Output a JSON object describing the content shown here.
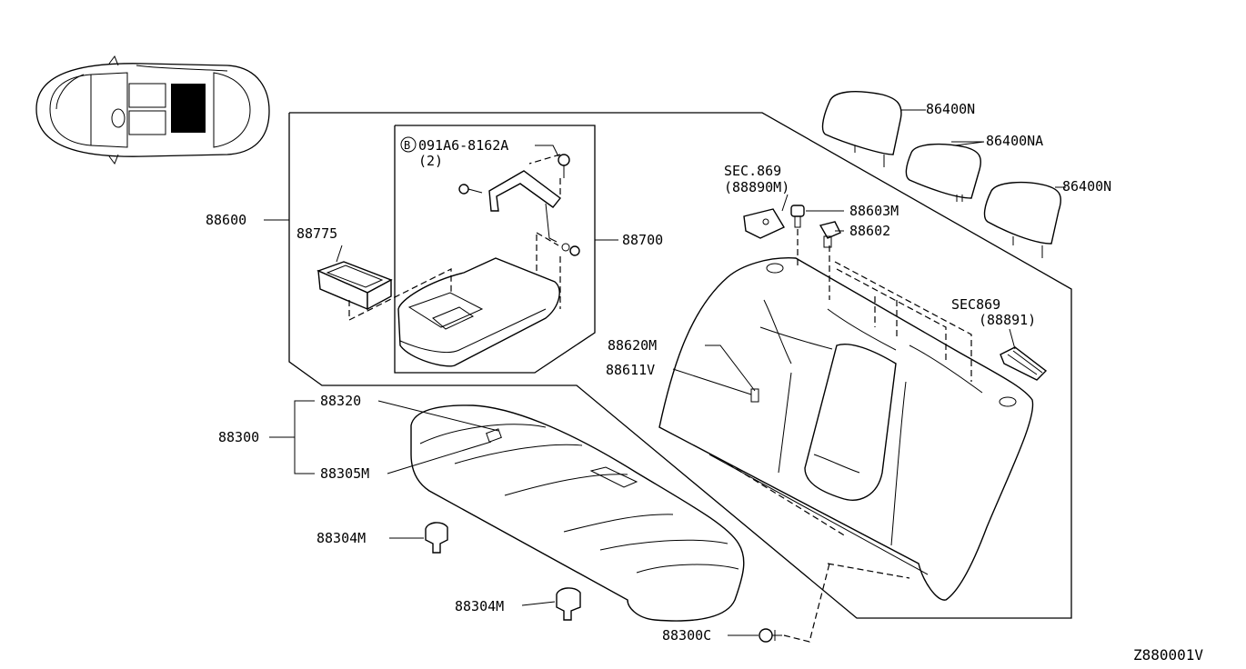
{
  "labels": {
    "p86400N_top": "86400N",
    "p86400NA": "86400NA",
    "p86400N_bottom": "86400N",
    "sec869_a": "SEC.869",
    "sec869_a_ref": "(88890M)",
    "p88603M": "88603M",
    "p88602": "88602",
    "sec869_b": "SEC869",
    "sec869_b_ref": "(88891)",
    "p88600": "88600",
    "p88775": "88775",
    "bolt_code": "091A6-8162A",
    "bolt_circle": "B",
    "bolt_qty": "(2)",
    "p88700": "88700",
    "p88620M": "88620M",
    "p88611V": "88611V",
    "p88320": "88320",
    "p88300": "88300",
    "p88305M": "88305M",
    "p88304M_a": "88304M",
    "p88304M_b": "88304M",
    "p88300C": "88300C",
    "diagram_code": "Z880001V"
  }
}
